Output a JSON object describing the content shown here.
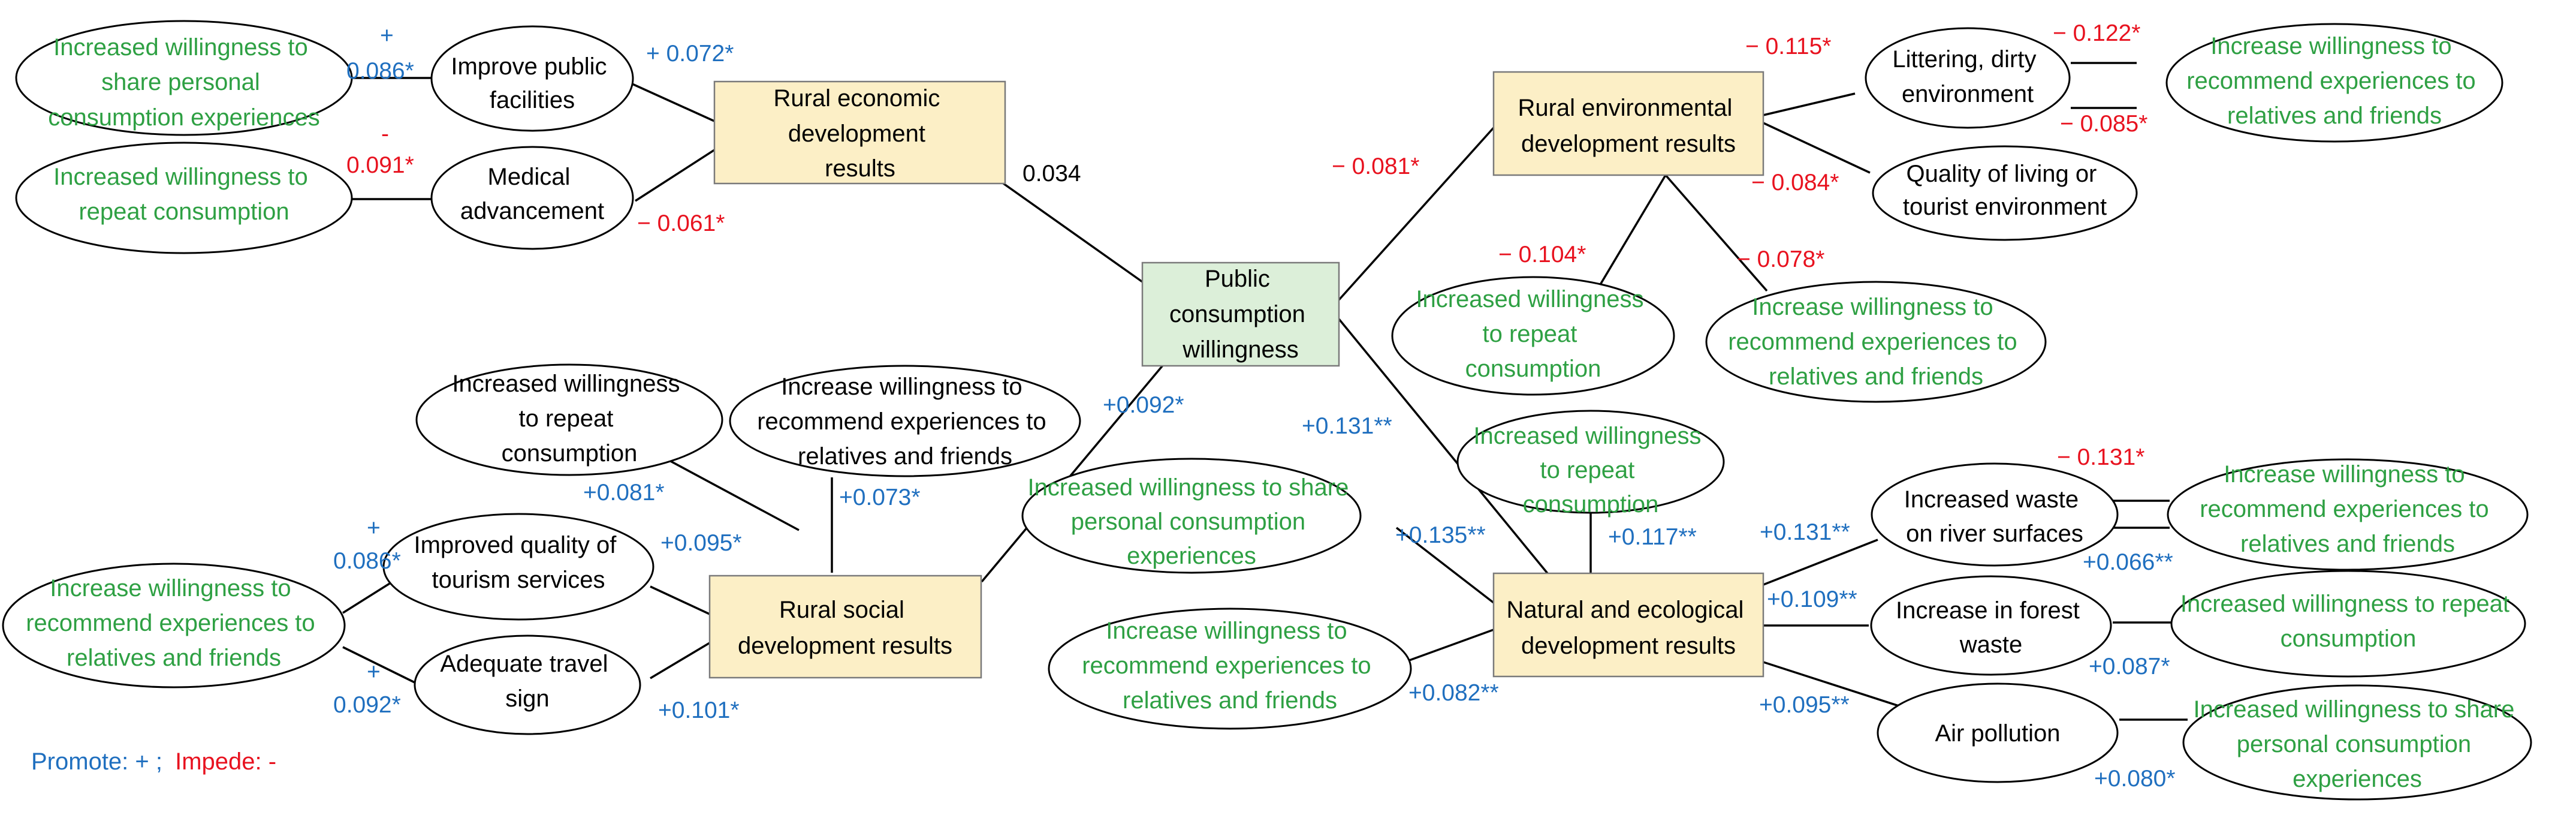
{
  "colors": {
    "promote": "#1f6fbf",
    "impede": "#e8121f",
    "outcome_text": "#2ea043",
    "node_text": "#000000",
    "box_fill_yellow": "#fcefc6",
    "box_fill_green": "#dcefd9"
  },
  "center": {
    "lines": [
      "Public",
      "consumption",
      "willingness"
    ]
  },
  "results": {
    "economic": {
      "lines": [
        "Rural economic",
        "development",
        "results"
      ]
    },
    "environmental": {
      "lines": [
        "Rural environmental",
        "development results"
      ]
    },
    "social": {
      "lines": [
        "Rural social",
        "development results"
      ]
    },
    "natural": {
      "lines": [
        "Natural and ecological",
        "development results"
      ]
    }
  },
  "factors": {
    "improve_public": {
      "lines": [
        "Improve public",
        "facilities"
      ]
    },
    "medical": {
      "lines": [
        "Medical",
        "advancement"
      ]
    },
    "littering": {
      "lines": [
        "Littering, dirty",
        "environment"
      ]
    },
    "quality_living": {
      "lines": [
        "Quality of living or",
        "tourist environment"
      ]
    },
    "improved_quality": {
      "lines": [
        "Improved quality of",
        "tourism services"
      ]
    },
    "adequate_travel": {
      "lines": [
        "Adequate travel",
        "sign"
      ]
    },
    "river_waste": {
      "lines": [
        "Increased waste",
        "on river surfaces"
      ]
    },
    "forest_waste": {
      "lines": [
        "Increase in forest",
        "waste"
      ]
    },
    "air_pollution": {
      "lines": [
        "Air pollution"
      ]
    },
    "social_repeat": {
      "lines": [
        "Increased willingness",
        "to repeat",
        "consumption"
      ]
    },
    "social_recommend": {
      "lines": [
        "Increase willingness to",
        "recommend experiences to",
        "relatives and friends"
      ]
    }
  },
  "outcomes": {
    "econ_share": {
      "lines": [
        "Increased willingness to",
        "share personal",
        "consumption experiences"
      ]
    },
    "econ_repeat": {
      "lines": [
        "Increased willingness to",
        "repeat consumption"
      ]
    },
    "env_recommend_litter": {
      "lines": [
        "Increase willingness to",
        "recommend experiences to",
        "relatives and friends"
      ]
    },
    "env_repeat": {
      "lines": [
        "Increased willingness",
        "to repeat",
        "consumption"
      ]
    },
    "env_recommend": {
      "lines": [
        "Increase willingness to",
        "recommend experiences to",
        "relatives and friends"
      ]
    },
    "social_recommend_left": {
      "lines": [
        "Increase willingness to",
        "recommend experiences to",
        "relatives and friends"
      ]
    },
    "nat_share": {
      "lines": [
        "Increased willingness to share",
        "personal consumption",
        "experiences"
      ]
    },
    "nat_recommend": {
      "lines": [
        "Increase willingness to",
        "recommend experiences to",
        "relatives and friends"
      ]
    },
    "nat_repeat": {
      "lines": [
        "Increased willingness",
        "to repeat",
        "consumption"
      ]
    },
    "river_recommend": {
      "lines": [
        "Increase willingness to",
        "recommend experiences to",
        "relatives and friends"
      ]
    },
    "forest_repeat": {
      "lines": [
        "Increased willingness to repeat",
        "consumption"
      ]
    },
    "air_share": {
      "lines": [
        "Increased willingness to share",
        "personal consumption",
        "experiences"
      ]
    }
  },
  "coefficients": {
    "econ_center": {
      "text": "0.034",
      "sign": "neutral"
    },
    "env_center": {
      "text": "− 0.081*",
      "sign": "impede"
    },
    "social_center": {
      "text": "+0.092*",
      "sign": "promote"
    },
    "natural_center": {
      "text": "+0.131**",
      "sign": "promote"
    },
    "improve_public_econ": {
      "text": "+ 0.072*",
      "sign": "promote"
    },
    "econ_share_improve_plus": {
      "text": "+",
      "sign": "promote"
    },
    "econ_share_improve": {
      "text": "0.086*",
      "sign": "promote"
    },
    "econ_repeat_medical_minus": {
      "text": "-",
      "sign": "impede"
    },
    "econ_repeat_medical": {
      "text": "0.091*",
      "sign": "impede"
    },
    "medical_econ": {
      "text": "− 0.061*",
      "sign": "impede"
    },
    "env_littering": {
      "text": "− 0.115*",
      "sign": "impede"
    },
    "littering_recommend_top": {
      "text": "− 0.122*",
      "sign": "impede"
    },
    "littering_recommend_bottom": {
      "text": "− 0.085*",
      "sign": "impede"
    },
    "env_quality": {
      "text": "− 0.084*",
      "sign": "impede"
    },
    "env_repeat": {
      "text": "− 0.104*",
      "sign": "impede"
    },
    "env_recommend": {
      "text": "− 0.078*",
      "sign": "impede"
    },
    "social_repeat_line": {
      "text": "+0.081*",
      "sign": "promote"
    },
    "social_recommend_line": {
      "text": "+0.073*",
      "sign": "promote"
    },
    "improved_quality_social": {
      "text": "+0.095*",
      "sign": "promote"
    },
    "adequate_social": {
      "text": "+0.101*",
      "sign": "promote"
    },
    "left_improved_plus": {
      "text": "+",
      "sign": "promote"
    },
    "left_improved": {
      "text": "0.086*",
      "sign": "promote"
    },
    "left_adequate_plus": {
      "text": "+",
      "sign": "promote"
    },
    "left_adequate": {
      "text": "0.092*",
      "sign": "promote"
    },
    "nat_share_line": {
      "text": "+0.135**",
      "sign": "promote"
    },
    "nat_recommend_line": {
      "text": "+0.082**",
      "sign": "promote"
    },
    "nat_repeat_line": {
      "text": "+0.117**",
      "sign": "promote"
    },
    "nat_river": {
      "text": "+0.131**",
      "sign": "promote"
    },
    "river_recommend_top": {
      "text": "− 0.131*",
      "sign": "impede"
    },
    "river_recommend_bottom": {
      "text": "+0.066**",
      "sign": "promote"
    },
    "nat_forest": {
      "text": "+0.109**",
      "sign": "promote"
    },
    "forest_repeat_line": {
      "text": "+0.087*",
      "sign": "promote"
    },
    "nat_air": {
      "text": "+0.095**",
      "sign": "promote"
    },
    "air_share_line": {
      "text": "+0.080*",
      "sign": "promote"
    }
  },
  "legend": {
    "promote": "Promote: + ;",
    "impede": "Impede: -"
  }
}
